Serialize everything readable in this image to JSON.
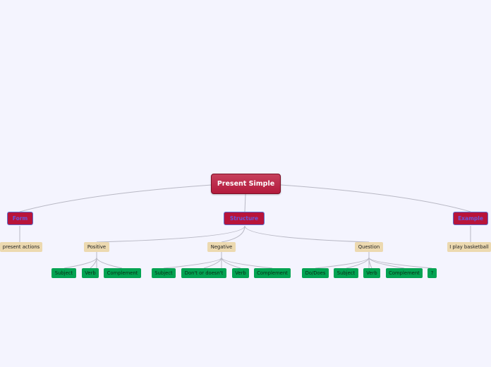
{
  "root": "Present Simple",
  "branches": {
    "form": {
      "label": "Form",
      "children": [
        "present actions"
      ]
    },
    "structure": {
      "label": "Structure",
      "positive": {
        "label": "Positive",
        "items": [
          "Subject",
          "Verb",
          "Complement"
        ]
      },
      "negative": {
        "label": "Negative",
        "items": [
          "Subject",
          "Don't or doesn't",
          "Verb",
          "Complement"
        ]
      },
      "question": {
        "label": "Question",
        "items": [
          "Do/Does",
          "Subject",
          "Verb",
          "Complement",
          "?"
        ]
      }
    },
    "example": {
      "label": "Example",
      "children": [
        "I play basketball"
      ]
    }
  },
  "colors": {
    "background": "#f4f4fe",
    "root": "#b31a3c",
    "branch": "#b8143a",
    "branch_text": "#6b57d9",
    "sub_topic": "#ecd9b0",
    "leaf": "#03a352",
    "connector": "#b8b8c4"
  }
}
